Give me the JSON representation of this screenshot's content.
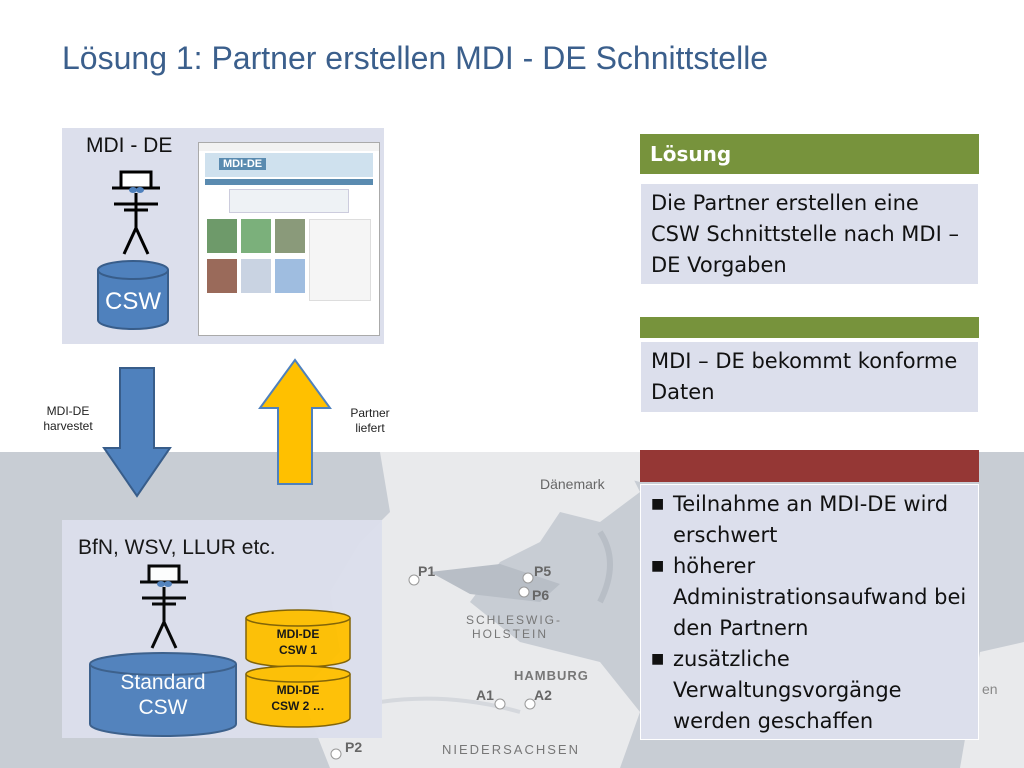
{
  "title": "Lösung 1: Partner erstellen MDI - DE Schnittstelle",
  "top_panel": {
    "label": "MDI - DE",
    "cylinder": "CSW"
  },
  "arrows": {
    "down_label": [
      "MDI-DE",
      "harvestet"
    ],
    "up_label": [
      "Partner",
      "liefert"
    ]
  },
  "bottom_panel": {
    "label": "BfN, WSV, LLUR etc.",
    "cylinder": [
      "Standard",
      "CSW"
    ],
    "stack_top": [
      "MDI-DE",
      "CSW 1"
    ],
    "stack_bottom": [
      "MDI-DE",
      "CSW 2 …"
    ]
  },
  "solution": {
    "header": "Lösung",
    "text": [
      "Die Partner erstellen eine",
      "CSW Schnittstelle nach MDI –",
      "DE Vorgaben"
    ]
  },
  "pro": {
    "text": [
      "MDI – DE bekommt konforme",
      "Daten"
    ]
  },
  "cons": {
    "items": [
      [
        "Teilnahme an MDI-DE wird",
        "erschwert"
      ],
      [
        "höherer",
        "Administrationsaufwand bei",
        "den Partnern"
      ],
      [
        "zusätzliche",
        "Verwaltungsvorgänge",
        "werden geschaffen"
      ]
    ]
  },
  "map": {
    "labels": [
      "Dänemark",
      "P1",
      "P5",
      "P6",
      "SCHLESWIG-",
      "HOLSTEIN",
      "HAMBURG",
      "A1",
      "A2",
      "P2",
      "NIEDERSACHSEN",
      "en"
    ]
  },
  "colors": {
    "title": "#3b5f8c",
    "green": "#77933c",
    "red": "#953735",
    "panel": "#dcdfec",
    "arrow_blue": "#4f81bd",
    "arrow_yellow": "#ffc000"
  }
}
